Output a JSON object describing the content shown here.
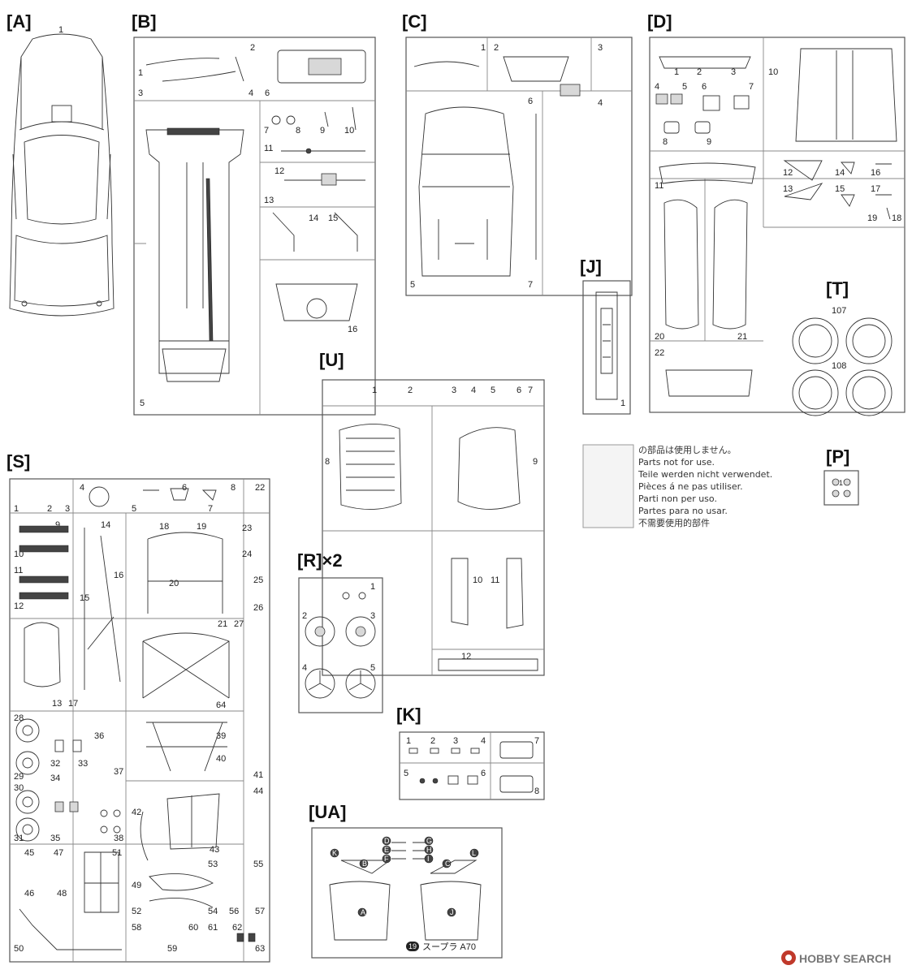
{
  "sheet_labels": {
    "A": "[A]",
    "B": "[B]",
    "C": "[C]",
    "D": "[D]",
    "J": "[J]",
    "T": "[T]",
    "U": "[U]",
    "P": "[P]",
    "S": "[S]",
    "R": "[R]×2",
    "K": "[K]",
    "UA": "[UA]"
  },
  "parts_not_used": {
    "japanese": "の部品は使用しません。",
    "english": "Parts not for use.",
    "german": "Teile werden nicht verwendet.",
    "french": "Pièces á ne pas utiliser.",
    "italian": "Parti non per uso.",
    "spanish": "Partes para no usar.",
    "chinese": "不需要使用的部件"
  },
  "decal_caption": {
    "number": "19",
    "text": "スープラ A70"
  },
  "watermark": {
    "brand": "HOBBY SEARCH"
  },
  "runner_A": [
    "1"
  ],
  "runner_B": [
    "1",
    "2",
    "3",
    "4",
    "5",
    "6",
    "7",
    "8",
    "9",
    "10",
    "11",
    "12",
    "13",
    "14",
    "15",
    "16"
  ],
  "runner_C": [
    "1",
    "2",
    "3",
    "4",
    "5",
    "6",
    "7"
  ],
  "runner_D": [
    "1",
    "2",
    "3",
    "4",
    "5",
    "6",
    "7",
    "8",
    "9",
    "10",
    "11",
    "12",
    "13",
    "14",
    "15",
    "16",
    "17",
    "18",
    "19",
    "20",
    "21",
    "22"
  ],
  "runner_J": [
    "1"
  ],
  "runner_T": [
    "107",
    "108"
  ],
  "runner_P": [
    "1"
  ],
  "runner_U": [
    "1",
    "2",
    "3",
    "4",
    "5",
    "6",
    "7",
    "8",
    "9",
    "10",
    "11",
    "12"
  ],
  "runner_R": [
    "1",
    "2",
    "3",
    "4",
    "5"
  ],
  "runner_K": [
    "1",
    "2",
    "3",
    "4",
    "5",
    "6",
    "7",
    "8"
  ],
  "runner_UA": [
    "A",
    "B",
    "C",
    "D",
    "E",
    "F",
    "G",
    "H",
    "I",
    "J",
    "K",
    "L"
  ],
  "runner_S": [
    "1",
    "2",
    "3",
    "4",
    "5",
    "6",
    "7",
    "8",
    "9",
    "10",
    "11",
    "12",
    "13",
    "14",
    "15",
    "16",
    "17",
    "18",
    "19",
    "20",
    "21",
    "22",
    "23",
    "24",
    "25",
    "26",
    "27",
    "28",
    "29",
    "30",
    "31",
    "32",
    "33",
    "34",
    "35",
    "36",
    "37",
    "38",
    "39",
    "40",
    "41",
    "42",
    "43",
    "44",
    "45",
    "46",
    "47",
    "48",
    "49",
    "50",
    "51",
    "52",
    "53",
    "54",
    "55",
    "56",
    "57",
    "58",
    "59",
    "60",
    "61",
    "62",
    "63",
    "64"
  ],
  "colors": {
    "line": "#333333",
    "frame": "#555555",
    "watermark_icon": "#c0392b"
  }
}
